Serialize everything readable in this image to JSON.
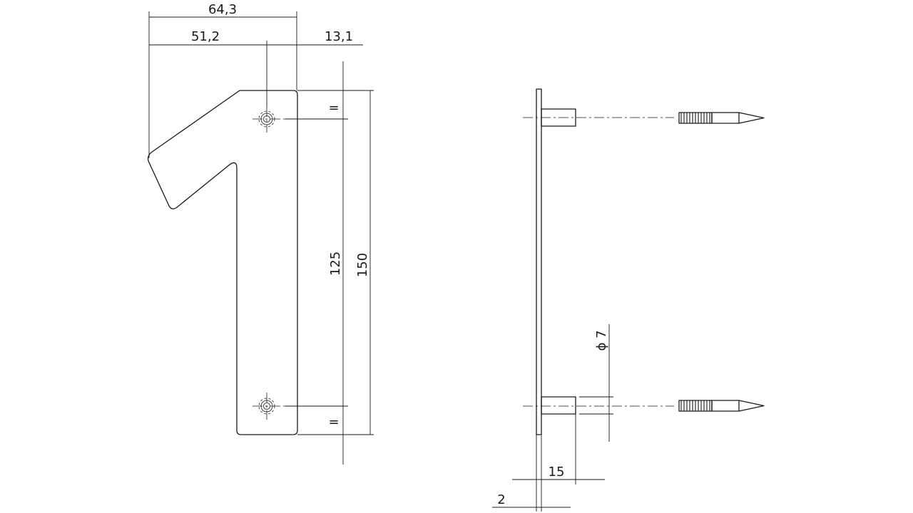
{
  "dimensions": {
    "overall_width": "64,3",
    "digit_width": "51,2",
    "right_offset": "13,1",
    "hole_spacing": "125",
    "overall_height": "150",
    "equal_top": "=",
    "equal_bottom": "=",
    "pin_diameter": "ϕ 7",
    "spacer_length": "15",
    "plate_thickness": "2"
  }
}
